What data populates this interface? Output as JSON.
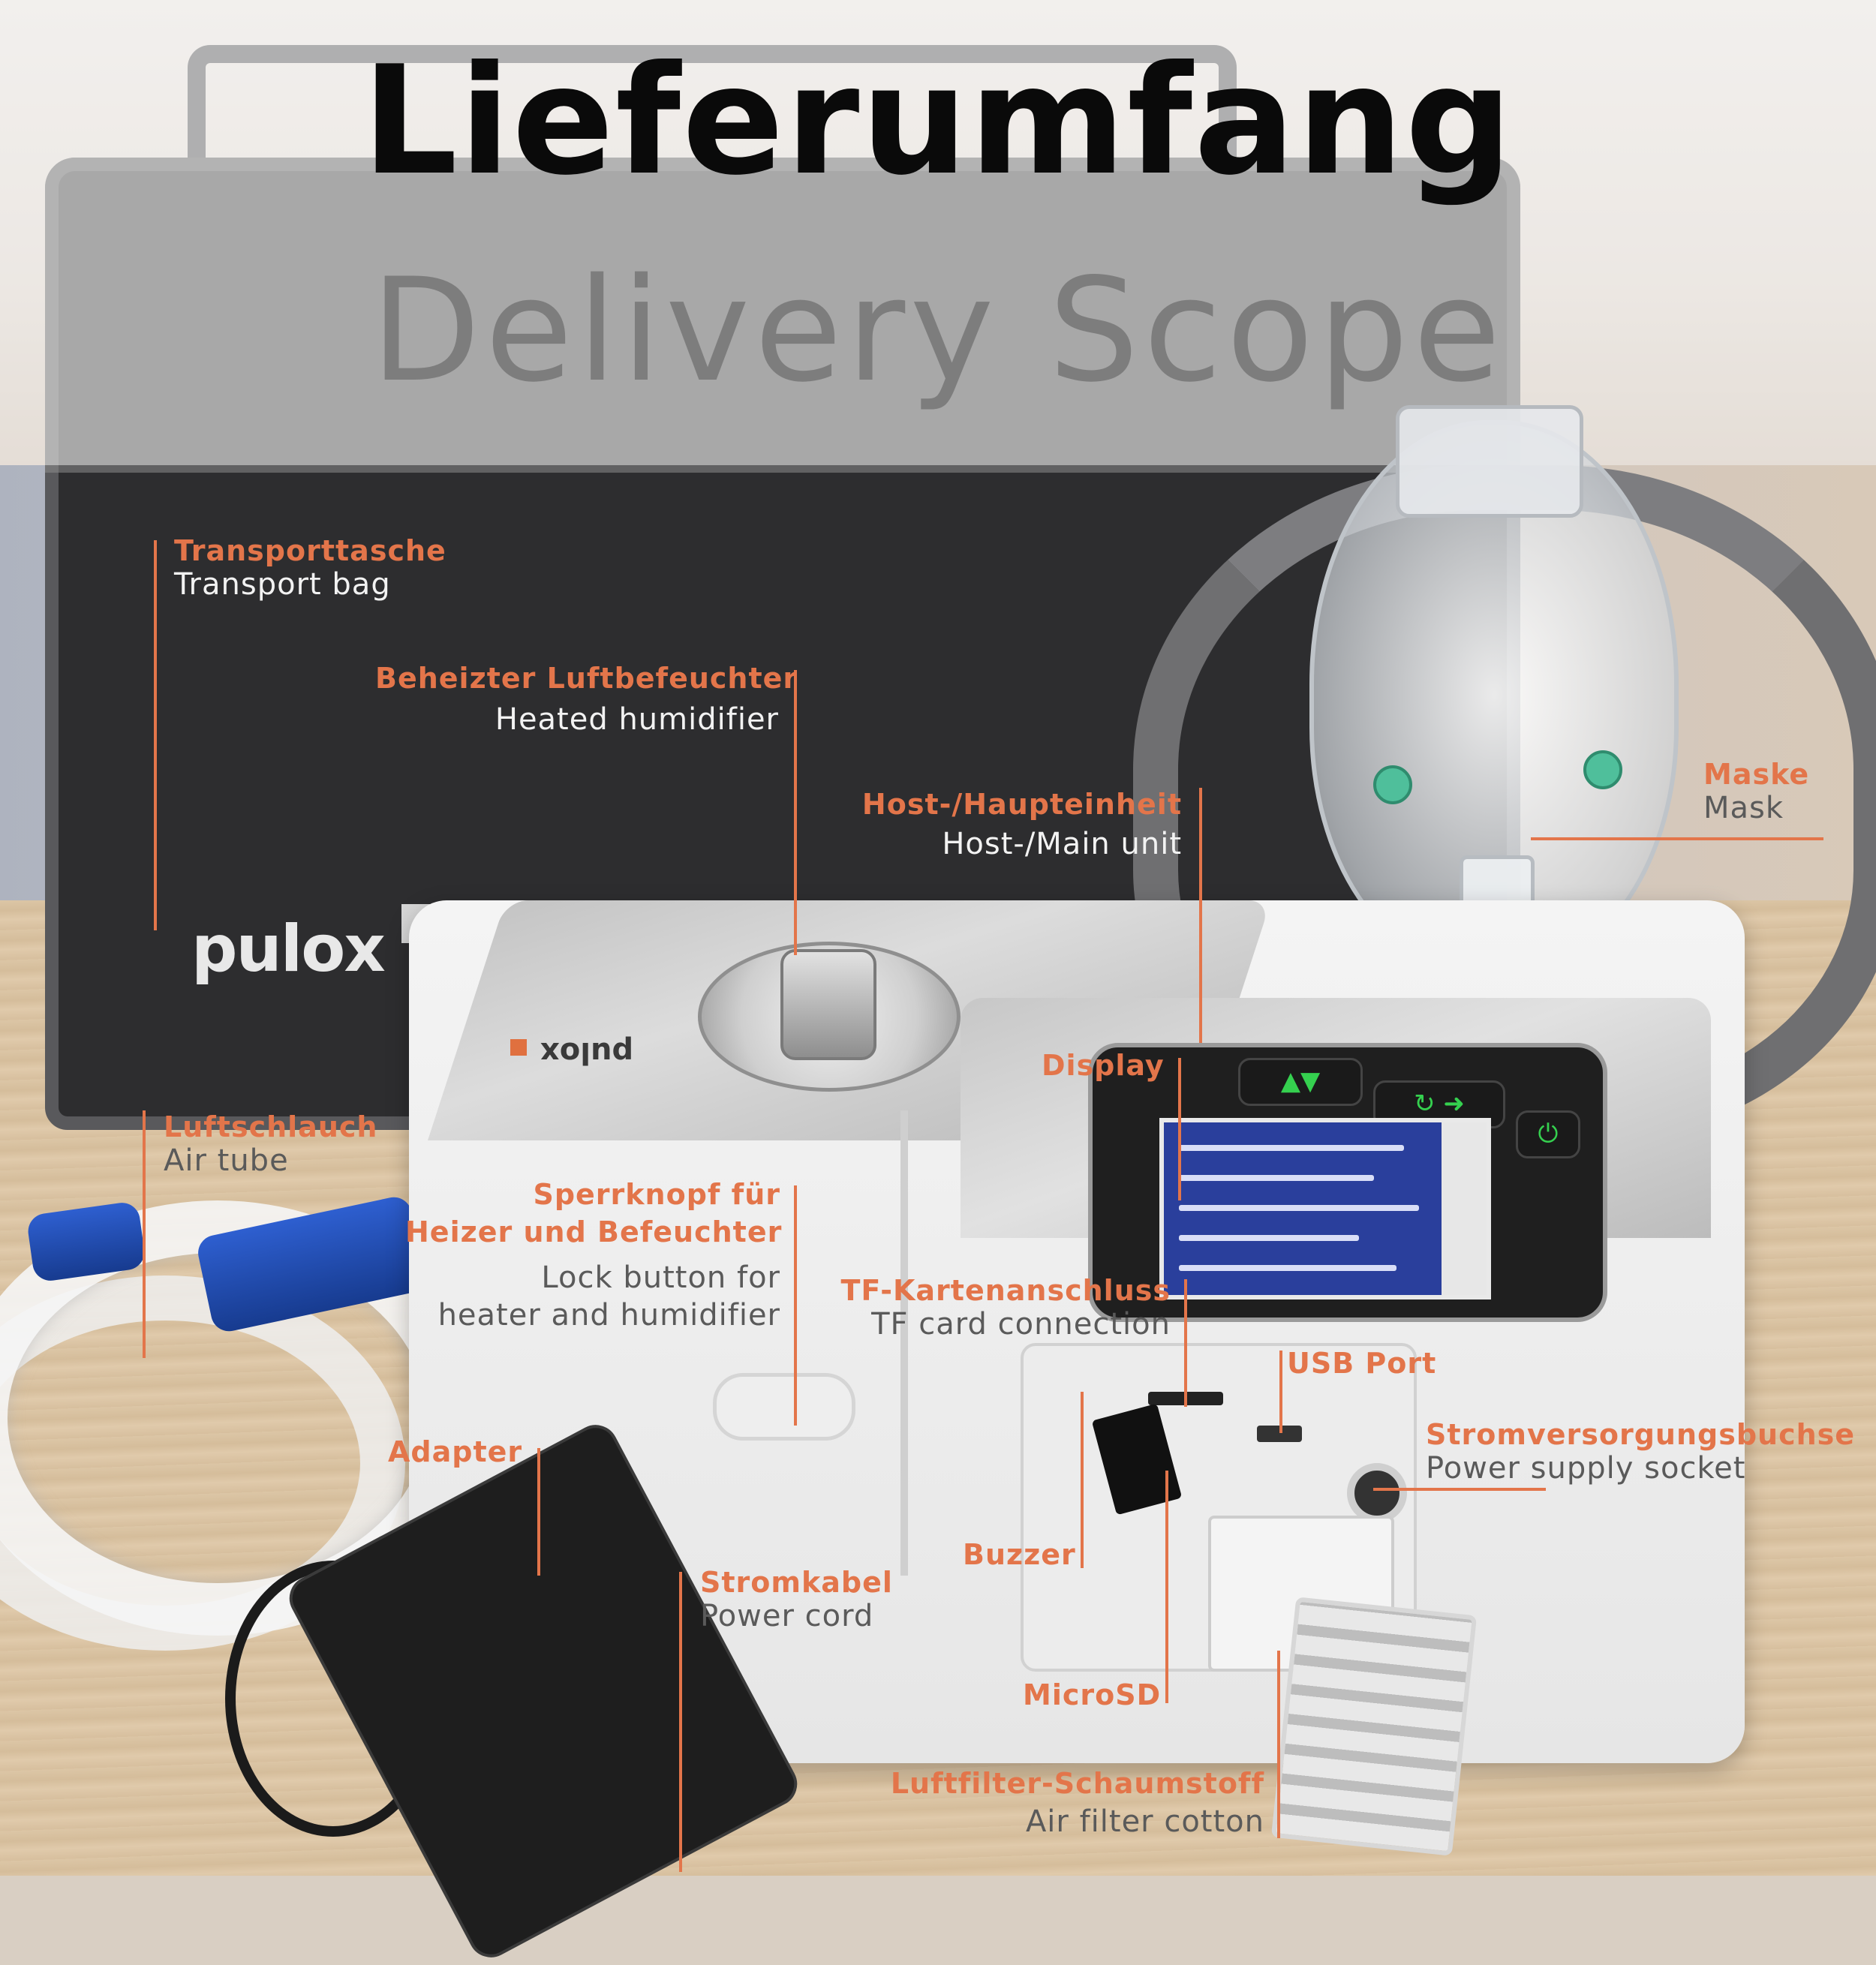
{
  "title": {
    "de": "Lieferumfang",
    "en": "Delivery Scope"
  },
  "brand": {
    "bag_logo": "pulox",
    "device_logo": "pulox",
    "accent_color": "#e3754a"
  },
  "labels": {
    "transport_bag": {
      "de": "Transporttasche",
      "en": "Transport bag"
    },
    "humidifier": {
      "de": "Beheizter Luftbefeuchter",
      "en": "Heated humidifier"
    },
    "main_unit": {
      "de": "Host-/Haupteinheit",
      "en": "Host-/Main unit"
    },
    "mask": {
      "de": "Maske",
      "en": "Mask"
    },
    "display": {
      "de": "Display"
    },
    "air_tube": {
      "de": "Luftschlauch",
      "en": "Air tube"
    },
    "lock_button": {
      "de_line1": "Sperrknopf für",
      "de_line2": "Heizer und Befeuchter",
      "en_line1": "Lock button for",
      "en_line2": "heater and humidifier"
    },
    "tf_card": {
      "de": "TF-Kartenanschluss",
      "en": "TF card connection"
    },
    "usb_port": {
      "de": "USB Port"
    },
    "power_socket": {
      "de": "Stromversorgungsbuchse",
      "en": "Power supply socket"
    },
    "adapter": {
      "de": "Adapter"
    },
    "power_cord": {
      "de": "Stromkabel",
      "en": "Power cord"
    },
    "buzzer": {
      "de": "Buzzer"
    },
    "microsd": {
      "de": "MicroSD"
    },
    "air_filter": {
      "de": "Luftfilter-Schaumstoff",
      "en": "Air filter cotton"
    }
  }
}
